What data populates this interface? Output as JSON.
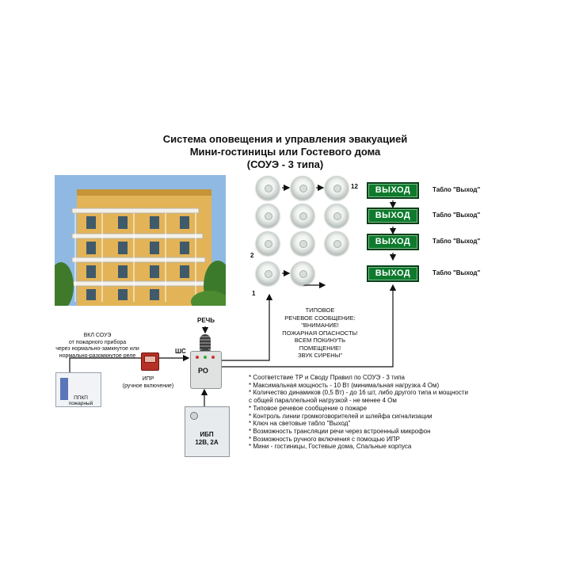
{
  "title": {
    "line1": "Система оповещения и управления эвакуацией",
    "line2": "Мини-гостиницы или Гостевого дома",
    "line3": "(СОУЭ - 3 типа)"
  },
  "detector_numbers": {
    "n12": "12",
    "n2": "2",
    "n1": "1"
  },
  "exit_signs": [
    {
      "sign": "ВЫХОД",
      "label": "Табло \"Выход\""
    },
    {
      "sign": "ВЫХОД",
      "label": "Табло \"Выход\""
    },
    {
      "sign": "ВЫХОД",
      "label": "Табло \"Выход\""
    },
    {
      "sign": "ВЫХОД",
      "label": "Табло \"Выход\""
    }
  ],
  "voice_message": "ТИПОВОЕ\nРЕЧЕВОЕ СООБЩЕНИЕ:\n\"ВНИМАНИЕ!\nПОЖАРНАЯ ОПАСНОСТЬ!\nВСЕМ ПОКИНУТЬ\nПОМЕЩЕНИЕ!\nЗВУК СИРЕНЫ\"",
  "soue_note": "ВКЛ СОУЭ\nот пожарного прибора\nчерез нормально-замкнутое или\nнормально-разомкнутое реле",
  "panel_label": "ППКП\nпожарный",
  "ipr_label": "ИПР\n(ручное включение)",
  "rech_label": "РЕЧЬ",
  "shs_label": "ШС",
  "ro_label": "РО",
  "ups_label": "ИБП\n12В, 2А",
  "features": [
    "* Соответствие ТР и Своду Правил по СОУЭ - 3 типа",
    "* Максимальная мощность - 10 Вт (минимальная нагрузка 4 Ом)",
    "* Количество динамиков (0,5 Вт) - до 16 шт, либо другого типа и мощности",
    "   с общей параллельной нагрузкой - не менее 4 Ом",
    "* Типовое речевое сообщение о пожаре",
    "* Контроль линии громкоговорителей и шлейфа сигнализации",
    "* Ключ на световые табло \"Выход\"",
    "* Возможность трансляции речи через встроенный микрофон",
    "* Возможность ручного включения с помощью ИПР",
    "* Мини - гостиницы, Гостевые дома, Спальные корпуса"
  ],
  "colors": {
    "exit_green": "#0d7a2c",
    "ipr_red": "#b73025",
    "sky": "#8fb9e3",
    "facade": "#e3b357"
  }
}
